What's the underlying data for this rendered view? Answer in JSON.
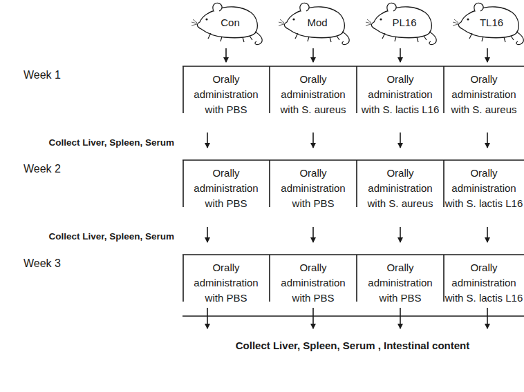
{
  "diagram": {
    "nodes": [
      {
        "text": [
          "Con"
        ]
      },
      {
        "text": [
          "Mod"
        ]
      },
      {
        "text": [
          "PL16"
        ]
      },
      {
        "text": [
          "TL16"
        ]
      }
    ],
    "labels": [
      "Week 1",
      "Orally administration with PBS",
      "Orally administration with S. aureus",
      "Orally administration with S. lactis L16",
      "Orally administration with S. aureus",
      "Collect Liver, Spleen, Serum",
      "Week 2",
      "Orally administration with PBS",
      "Orally administration with PBS",
      "Orally administration with S. aureus",
      "Orally administration with S. lactis L16",
      "Collect Liver, Spleen, Serum",
      "Week 3",
      "Orally administration with PBS",
      "Orally administration with PBS",
      "Orally administration with PBS",
      "Orally administration with S. lactis L16",
      "Collect Liver, Spleen, Serum , Intestinal content"
    ]
  }
}
